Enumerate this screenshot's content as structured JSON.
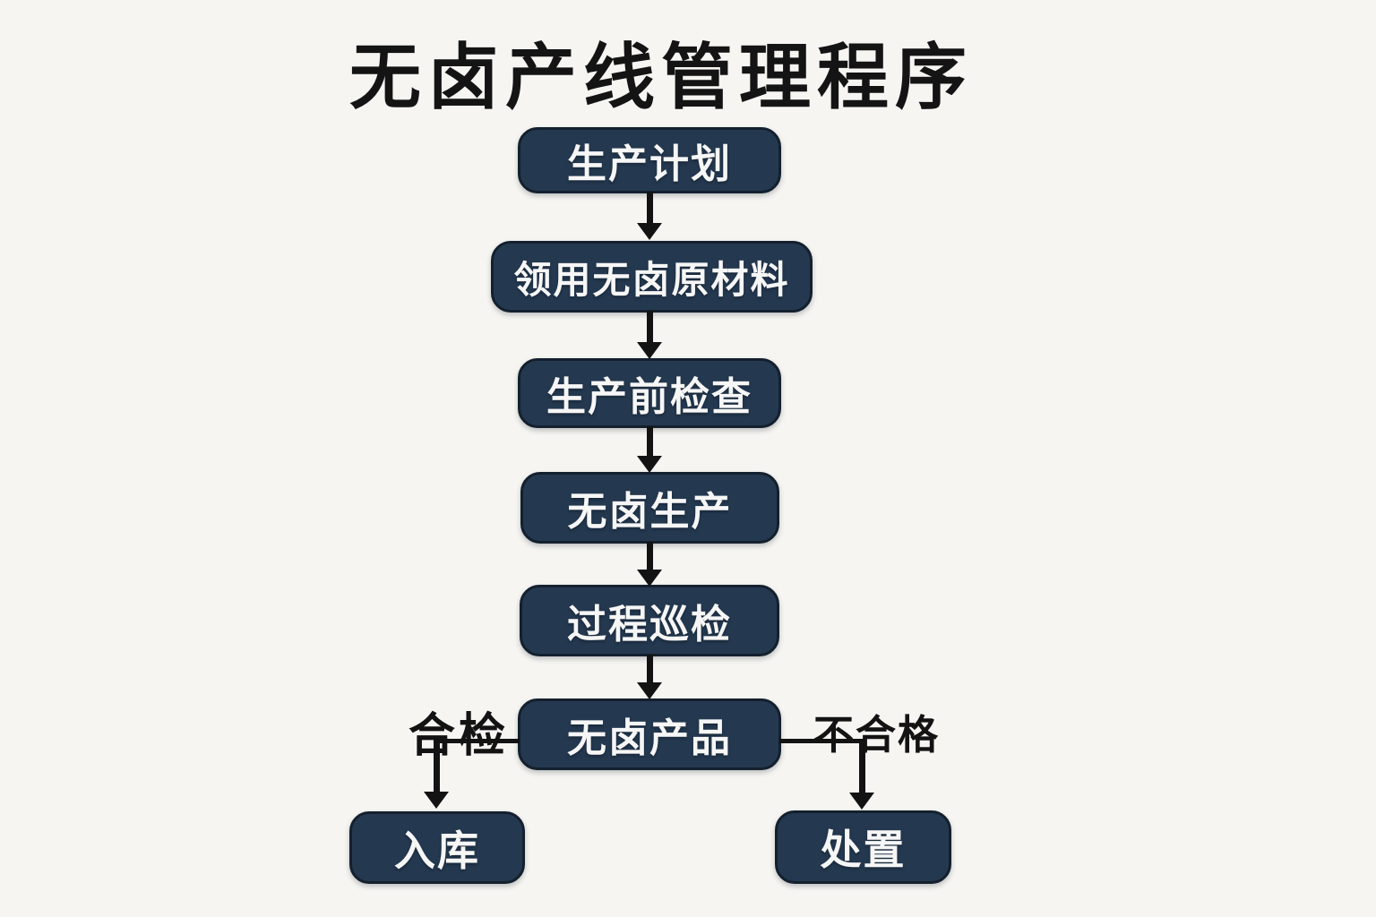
{
  "title": "无卤产线管理程序",
  "colors": {
    "background": "#f6f5f2",
    "node_fill": "#243950",
    "node_border": "#14202e",
    "node_text": "#f6f6f6",
    "arrow": "#131313",
    "label_text": "#131313"
  },
  "flowchart": {
    "nodes": [
      {
        "id": "production-plan",
        "label": "生产计划"
      },
      {
        "id": "material-requisition",
        "label": "领用无卤原材料"
      },
      {
        "id": "pre-production-check",
        "label": "生产前检查"
      },
      {
        "id": "halogen-free-production",
        "label": "无卤生产"
      },
      {
        "id": "process-inspection",
        "label": "过程巡检"
      },
      {
        "id": "halogen-free-product",
        "label": "无卤产品"
      },
      {
        "id": "warehousing",
        "label": "入库"
      },
      {
        "id": "disposal",
        "label": "处置"
      }
    ],
    "edges": [
      {
        "from": "production-plan",
        "to": "material-requisition",
        "label": ""
      },
      {
        "from": "material-requisition",
        "to": "pre-production-check",
        "label": ""
      },
      {
        "from": "pre-production-check",
        "to": "halogen-free-production",
        "label": ""
      },
      {
        "from": "halogen-free-production",
        "to": "process-inspection",
        "label": ""
      },
      {
        "from": "process-inspection",
        "to": "halogen-free-product",
        "label": ""
      },
      {
        "from": "halogen-free-product",
        "to": "warehousing",
        "label": "合检"
      },
      {
        "from": "halogen-free-product",
        "to": "disposal",
        "label": "不合格"
      }
    ],
    "branch_labels": {
      "pass": "合检",
      "fail": "不合格"
    }
  }
}
